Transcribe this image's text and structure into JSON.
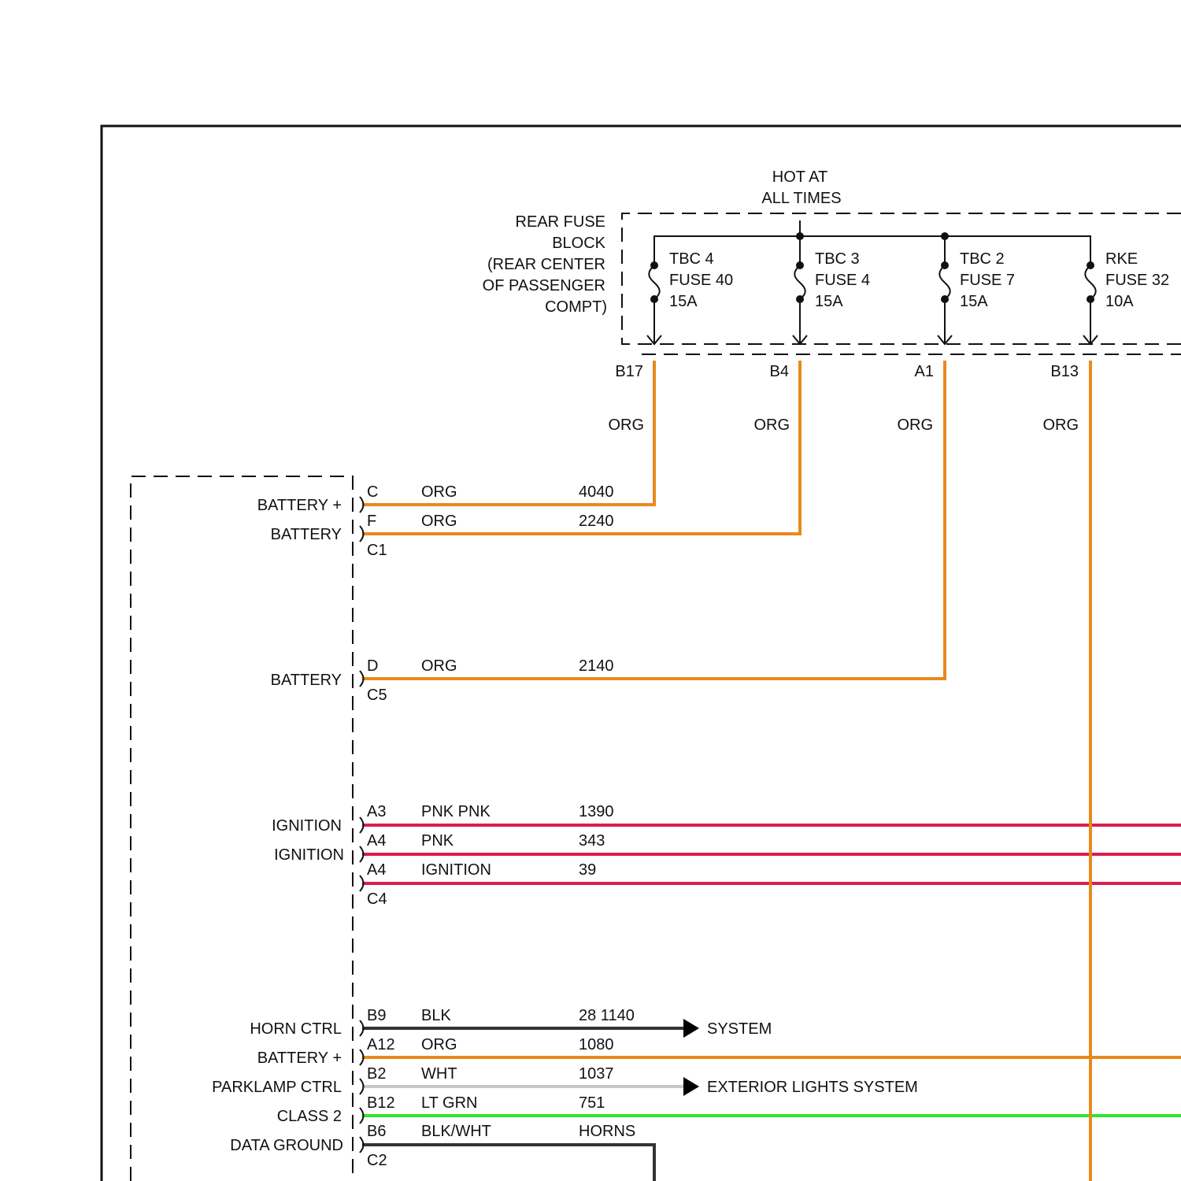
{
  "colors": {
    "org": "#e8891d",
    "pnk": "#dc1e4a",
    "blk": "#333333",
    "wht": "#c8c8c8",
    "lt_grn": "#2ee62e"
  },
  "header": {
    "hot_line1": "HOT AT",
    "hot_line2": "ALL TIMES"
  },
  "fuse_block": {
    "label_lines": [
      "REAR FUSE",
      "BLOCK",
      "(REAR CENTER",
      "OF PASSENGER",
      "COMPT)"
    ],
    "fuses": [
      {
        "line1": "TBC 4",
        "line2": "FUSE 40",
        "line3": "15A",
        "terminal": "B17",
        "color": "ORG"
      },
      {
        "line1": "TBC 3",
        "line2": "FUSE 4",
        "line3": "15A",
        "terminal": "B4",
        "color": "ORG"
      },
      {
        "line1": "TBC 2",
        "line2": "FUSE 7",
        "line3": "15A",
        "terminal": "A1",
        "color": "ORG"
      },
      {
        "line1": "RKE",
        "line2": "FUSE 32",
        "line3": "10A",
        "terminal": "B13",
        "color": "ORG"
      }
    ]
  },
  "module": {
    "pin_labels": [
      "BATTERY +",
      "BATTERY",
      "BATTERY",
      "IGNITION",
      "IGNITION",
      "HORN CTRL",
      "BATTERY +",
      "PARKLAMP CTRL",
      "CLASS 2",
      "DATA GROUND"
    ],
    "connectors": [
      "C1",
      "C5",
      "C4",
      "C2"
    ],
    "wires": [
      {
        "pin": "C",
        "color": "ORG",
        "circuit": "4040"
      },
      {
        "pin": "F",
        "color": "ORG",
        "circuit": "2240"
      },
      {
        "pin": "D",
        "color": "ORG",
        "circuit": "2140"
      },
      {
        "pin": "A3",
        "color": "PNK PNK",
        "circuit": "1390"
      },
      {
        "pin": "A4",
        "color": "PNK",
        "circuit": "343"
      },
      {
        "pin": "A4",
        "color": "IGNITION",
        "circuit": "39"
      },
      {
        "pin": "B9",
        "color": "BLK",
        "circuit": "28 1140"
      },
      {
        "pin": "A12",
        "color": "ORG",
        "circuit": "1080"
      },
      {
        "pin": "B2",
        "color": "WHT",
        "circuit": "1037"
      },
      {
        "pin": "B12",
        "color": "LT GRN",
        "circuit": "751"
      },
      {
        "pin": "B6",
        "color": "BLK/WHT",
        "circuit": "HORNS"
      }
    ]
  },
  "destinations": {
    "system": "SYSTEM",
    "exterior_lights": "EXTERIOR LIGHTS SYSTEM"
  }
}
